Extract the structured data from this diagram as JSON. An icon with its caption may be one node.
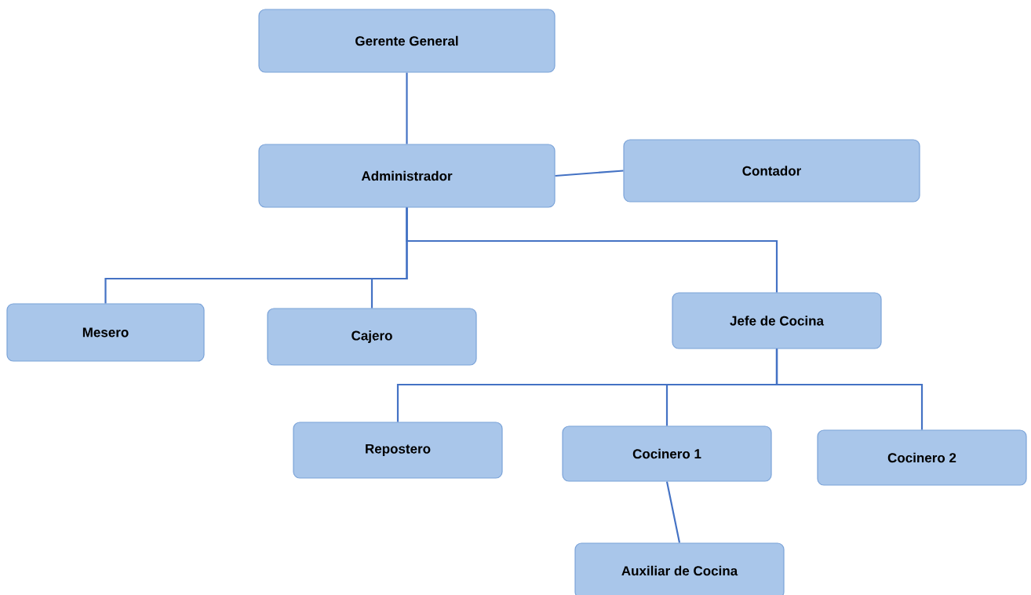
{
  "diagram": {
    "nodes": [
      {
        "text": [
          "Gerente General"
        ]
      },
      {
        "text": [
          "Administrador"
        ]
      },
      {
        "text": [
          "Contador"
        ]
      },
      {
        "text": [
          "Mesero"
        ]
      },
      {
        "text": [
          "Cajero"
        ]
      },
      {
        "text": [
          "Jefe de Cocina"
        ]
      },
      {
        "text": [
          "Repostero"
        ]
      },
      {
        "text": [
          "Cocinero 1"
        ]
      },
      {
        "text": [
          "Cocinero 2"
        ]
      },
      {
        "text": [
          "Auxiliar de Cocina"
        ]
      }
    ],
    "edges": [
      {
        "from": 0,
        "to": 1,
        "arrow": "none"
      },
      {
        "from": 1,
        "to": 2,
        "arrow": "none"
      },
      {
        "from": 1,
        "to": 3,
        "arrow": "none"
      },
      {
        "from": 1,
        "to": 4,
        "arrow": "none"
      },
      {
        "from": 1,
        "to": 5,
        "arrow": "none"
      },
      {
        "from": 5,
        "to": 6,
        "arrow": "none"
      },
      {
        "from": 5,
        "to": 7,
        "arrow": "none"
      },
      {
        "from": 5,
        "to": 8,
        "arrow": "none"
      },
      {
        "from": 7,
        "to": 9,
        "arrow": "none"
      }
    ]
  }
}
